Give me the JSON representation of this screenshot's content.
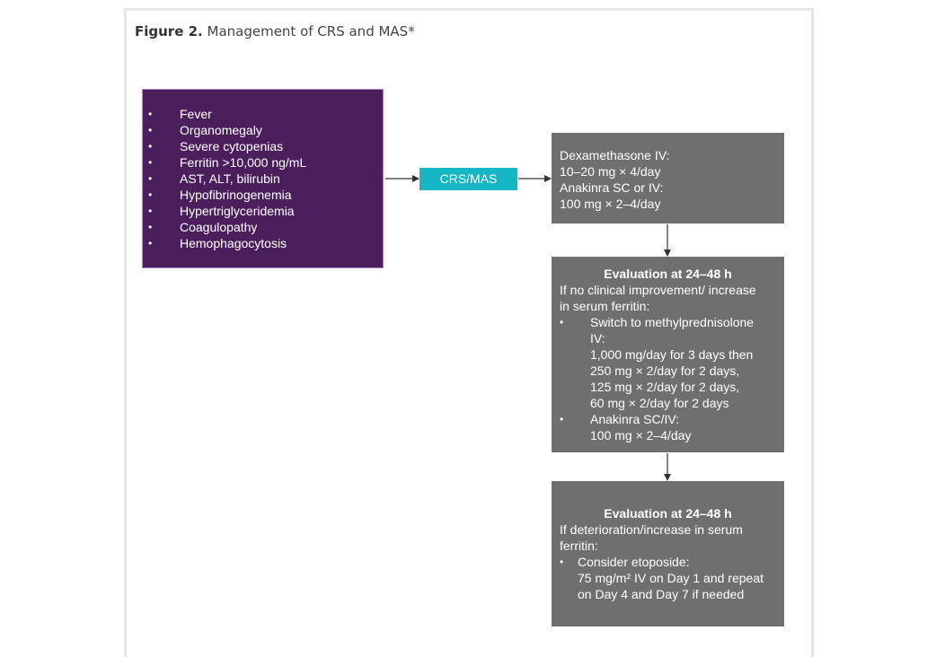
{
  "caption": {
    "lead": "Figure 2.",
    "text": " Management of CRS and MAS*"
  },
  "symptoms": [
    "Fever",
    "Organomegaly",
    "Severe cytopenias",
    "Ferritin >10,000 ng/mL",
    "AST, ALT, bilirubin",
    "Hypofibrinogenemia",
    "Hypertriglyceridemia",
    "Coagulopathy",
    "Hemophagocytosis"
  ],
  "crs_mas_label": "CRS/MAS",
  "treatment": {
    "line1": "Dexamethasone IV:",
    "line2": "10–20 mg × 4/day",
    "line3": "Anakinra SC or IV:",
    "line4": "100 mg × 2–4/day"
  },
  "eval1": {
    "title": "Evaluation at 24–48 h",
    "intro1": "If no clinical improvement/ increase",
    "intro2": "in serum ferritin:",
    "bullet1": [
      "Switch to methylprednisolone",
      "IV:",
      "1,000 mg/day for 3 days then",
      "250 mg × 2/day for 2 days,",
      "125 mg × 2/day for 2 days,",
      "60 mg × 2/day for 2 days"
    ],
    "bullet2": [
      "Anakinra SC/IV:",
      "100 mg × 2–4/day"
    ]
  },
  "eval2": {
    "title": "Evaluation at 24–48 h",
    "intro1": "If deterioration/increase in serum",
    "intro2": "ferritin:",
    "bullet1": [
      "Consider etoposide:",
      "75 mg/m² IV on Day 1 and repeat",
      "on Day 4 and Day 7 if needed"
    ]
  },
  "colors": {
    "purple": "#4b1f5b",
    "teal": "#17b6c4",
    "grey": "#6f6f6f",
    "arrow": "#333333"
  }
}
